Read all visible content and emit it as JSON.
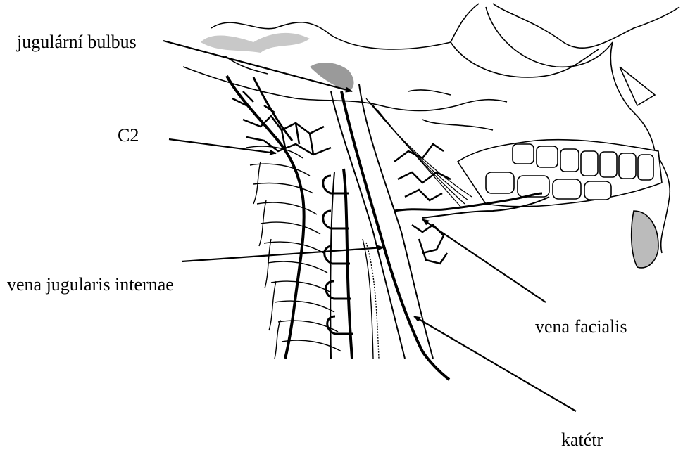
{
  "labels": {
    "jugular_bulb": "jugulární bulbus",
    "c2": "C2",
    "internal_jugular_vein": "vena jugularis internae",
    "facial_vein": "vena facialis",
    "catheter": "katétr"
  }
}
